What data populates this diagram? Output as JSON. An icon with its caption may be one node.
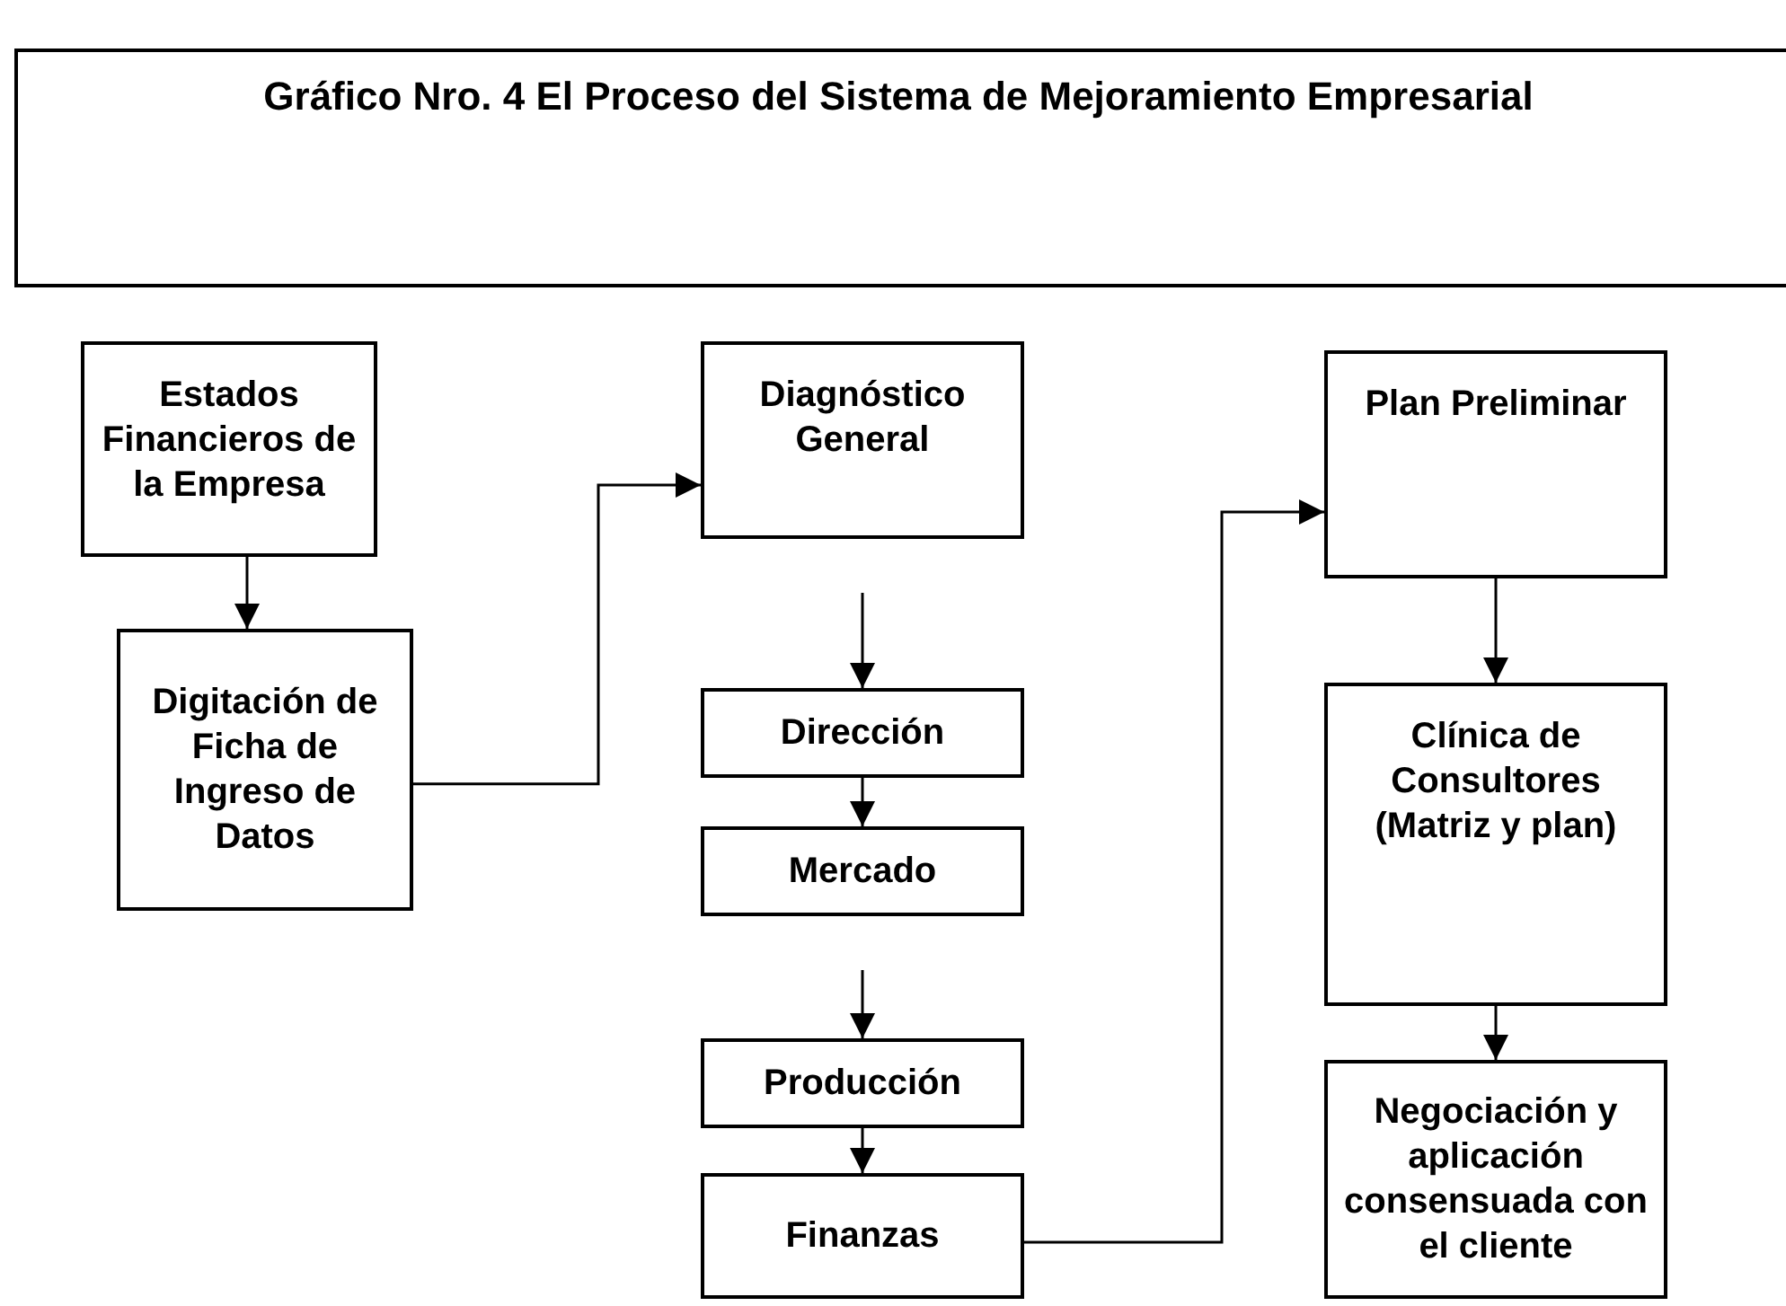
{
  "diagram": {
    "title": "Gráfico Nro. 4 El Proceso del Sistema de Mejoramiento Empresarial",
    "nodes": [
      {
        "text": [
          "Estados Financieros de la Empresa"
        ]
      },
      {
        "text": [
          "Digitación de Ficha de Ingreso de Datos"
        ]
      },
      {
        "text": [
          "Diagnóstico General"
        ]
      },
      {
        "text": [
          "Dirección"
        ]
      },
      {
        "text": [
          "Mercado"
        ]
      },
      {
        "text": [
          "Producción"
        ]
      },
      {
        "text": [
          "Finanzas"
        ]
      },
      {
        "text": [
          "Plan Preliminar"
        ]
      },
      {
        "text": [
          "Clínica de Consultores (Matriz y plan)"
        ]
      },
      {
        "text": [
          "Negociación y aplicación consensuada con el cliente"
        ]
      }
    ],
    "edges": [
      {
        "from": 0,
        "to": 1,
        "arrow": "to"
      },
      {
        "from": 1,
        "to": 2,
        "arrow": "to"
      },
      {
        "from": 2,
        "to": 3,
        "arrow": "to"
      },
      {
        "from": 3,
        "to": 4,
        "arrow": "to"
      },
      {
        "from": 4,
        "to": 5,
        "arrow": "to"
      },
      {
        "from": 5,
        "to": 6,
        "arrow": "to"
      },
      {
        "from": 6,
        "to": 7,
        "arrow": "to"
      },
      {
        "from": 7,
        "to": 8,
        "arrow": "to"
      },
      {
        "from": 8,
        "to": 9,
        "arrow": "to"
      }
    ]
  }
}
